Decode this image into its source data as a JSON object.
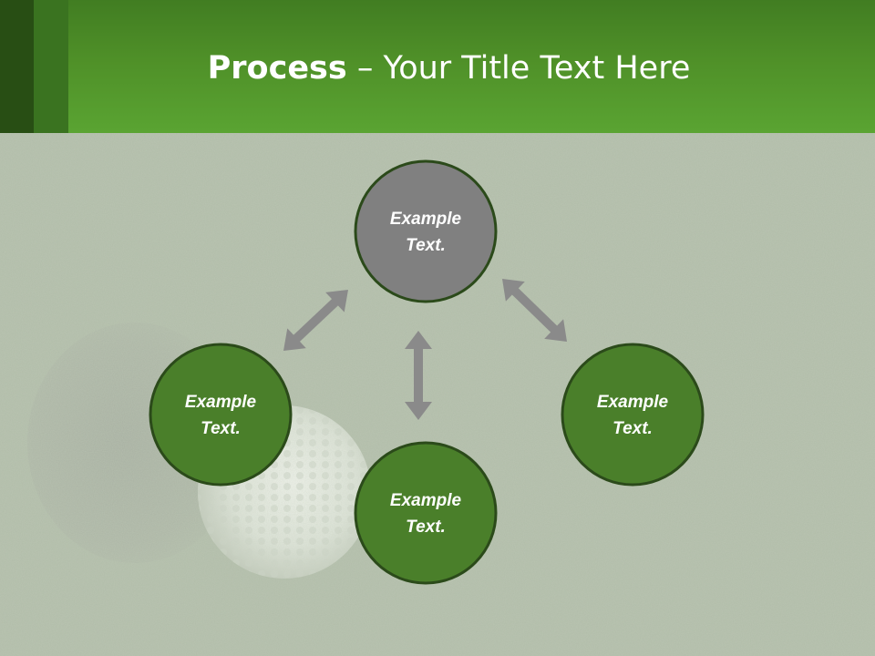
{
  "slide": {
    "title_bold": "Process",
    "title_rest": " – Your Title Text Here"
  },
  "diagram": {
    "center": {
      "line1": "Example",
      "line2": "Text.",
      "fill": "#808080"
    },
    "left": {
      "line1": "Example",
      "line2": "Text.",
      "fill": "#4a7f2a"
    },
    "right": {
      "line1": "Example",
      "line2": "Text.",
      "fill": "#4a7f2a"
    },
    "bottom": {
      "line1": "Example",
      "line2": "Text.",
      "fill": "#4a7f2a"
    },
    "arrow_color": "#8a8a8a",
    "node_border": "#2b4a1a"
  },
  "colors": {
    "header_green": "#5aa432",
    "header_dark": "#284e14",
    "background": "#b2bdaa"
  }
}
